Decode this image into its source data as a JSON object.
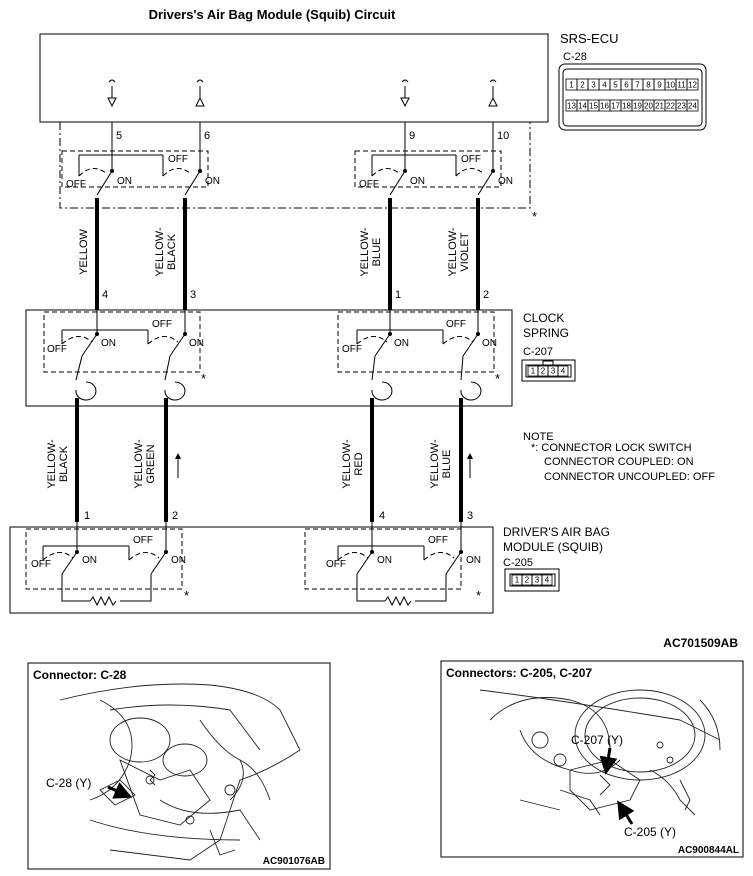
{
  "title": "Drivers's Air Bag Module (Squib) Circuit",
  "srs_ecu": {
    "name": "SRS-ECU",
    "connector_id": "C-28",
    "pins_top": [
      "1",
      "2",
      "3",
      "4",
      "5",
      "6",
      "7",
      "8",
      "9",
      "10",
      "11",
      "12"
    ],
    "pins_bottom": [
      "13",
      "14",
      "15",
      "16",
      "17",
      "18",
      "19",
      "20",
      "21",
      "22",
      "23",
      "24"
    ]
  },
  "ecu_terminals": [
    "5",
    "6",
    "9",
    "10"
  ],
  "switch_labels": {
    "off": "OFF",
    "on": "ON"
  },
  "asterisk": "*",
  "wires_upper": [
    {
      "line1": "YELLOW",
      "line2": ""
    },
    {
      "line1": "YELLOW-",
      "line2": "BLACK"
    },
    {
      "line1": "YELLOW-",
      "line2": "BLUE"
    },
    {
      "line1": "YELLOW-",
      "line2": "VIOLET"
    }
  ],
  "clock_spring_terminals_top": [
    "4",
    "3",
    "1",
    "2"
  ],
  "clock_spring": {
    "name_line1": "CLOCK",
    "name_line2": "SPRING",
    "connector_id": "C-207",
    "pins": [
      "1",
      "2",
      "3",
      "4"
    ]
  },
  "wires_lower": [
    {
      "line1": "YELLOW-",
      "line2": "BLACK"
    },
    {
      "line1": "YELLOW-",
      "line2": "GREEN"
    },
    {
      "line1": "YELLOW-",
      "line2": "RED"
    },
    {
      "line1": "YELLOW-",
      "line2": "BLUE"
    }
  ],
  "module_terminals": [
    "1",
    "2",
    "4",
    "3"
  ],
  "note": {
    "heading": "NOTE",
    "line1": "*: CONNECTOR LOCK SWITCH",
    "line2": "CONNECTOR COUPLED: ON",
    "line3": "CONNECTOR UNCOUPLED: OFF"
  },
  "module": {
    "name_line1": "DRIVER'S AIR BAG",
    "name_line2": "MODULE (SQUIB)",
    "connector_id": "C-205",
    "pins": [
      "1",
      "2",
      "3",
      "4"
    ]
  },
  "diagram_code": "AC701509AB",
  "left_panel": {
    "title": "Connector: C-28",
    "callout": "C-28 (Y)",
    "code": "AC901076AB"
  },
  "right_panel": {
    "title": "Connectors: C-205, C-207",
    "callout_top": "C-207 (Y)",
    "callout_bottom": "C-205 (Y)",
    "code": "AC900844AL"
  }
}
